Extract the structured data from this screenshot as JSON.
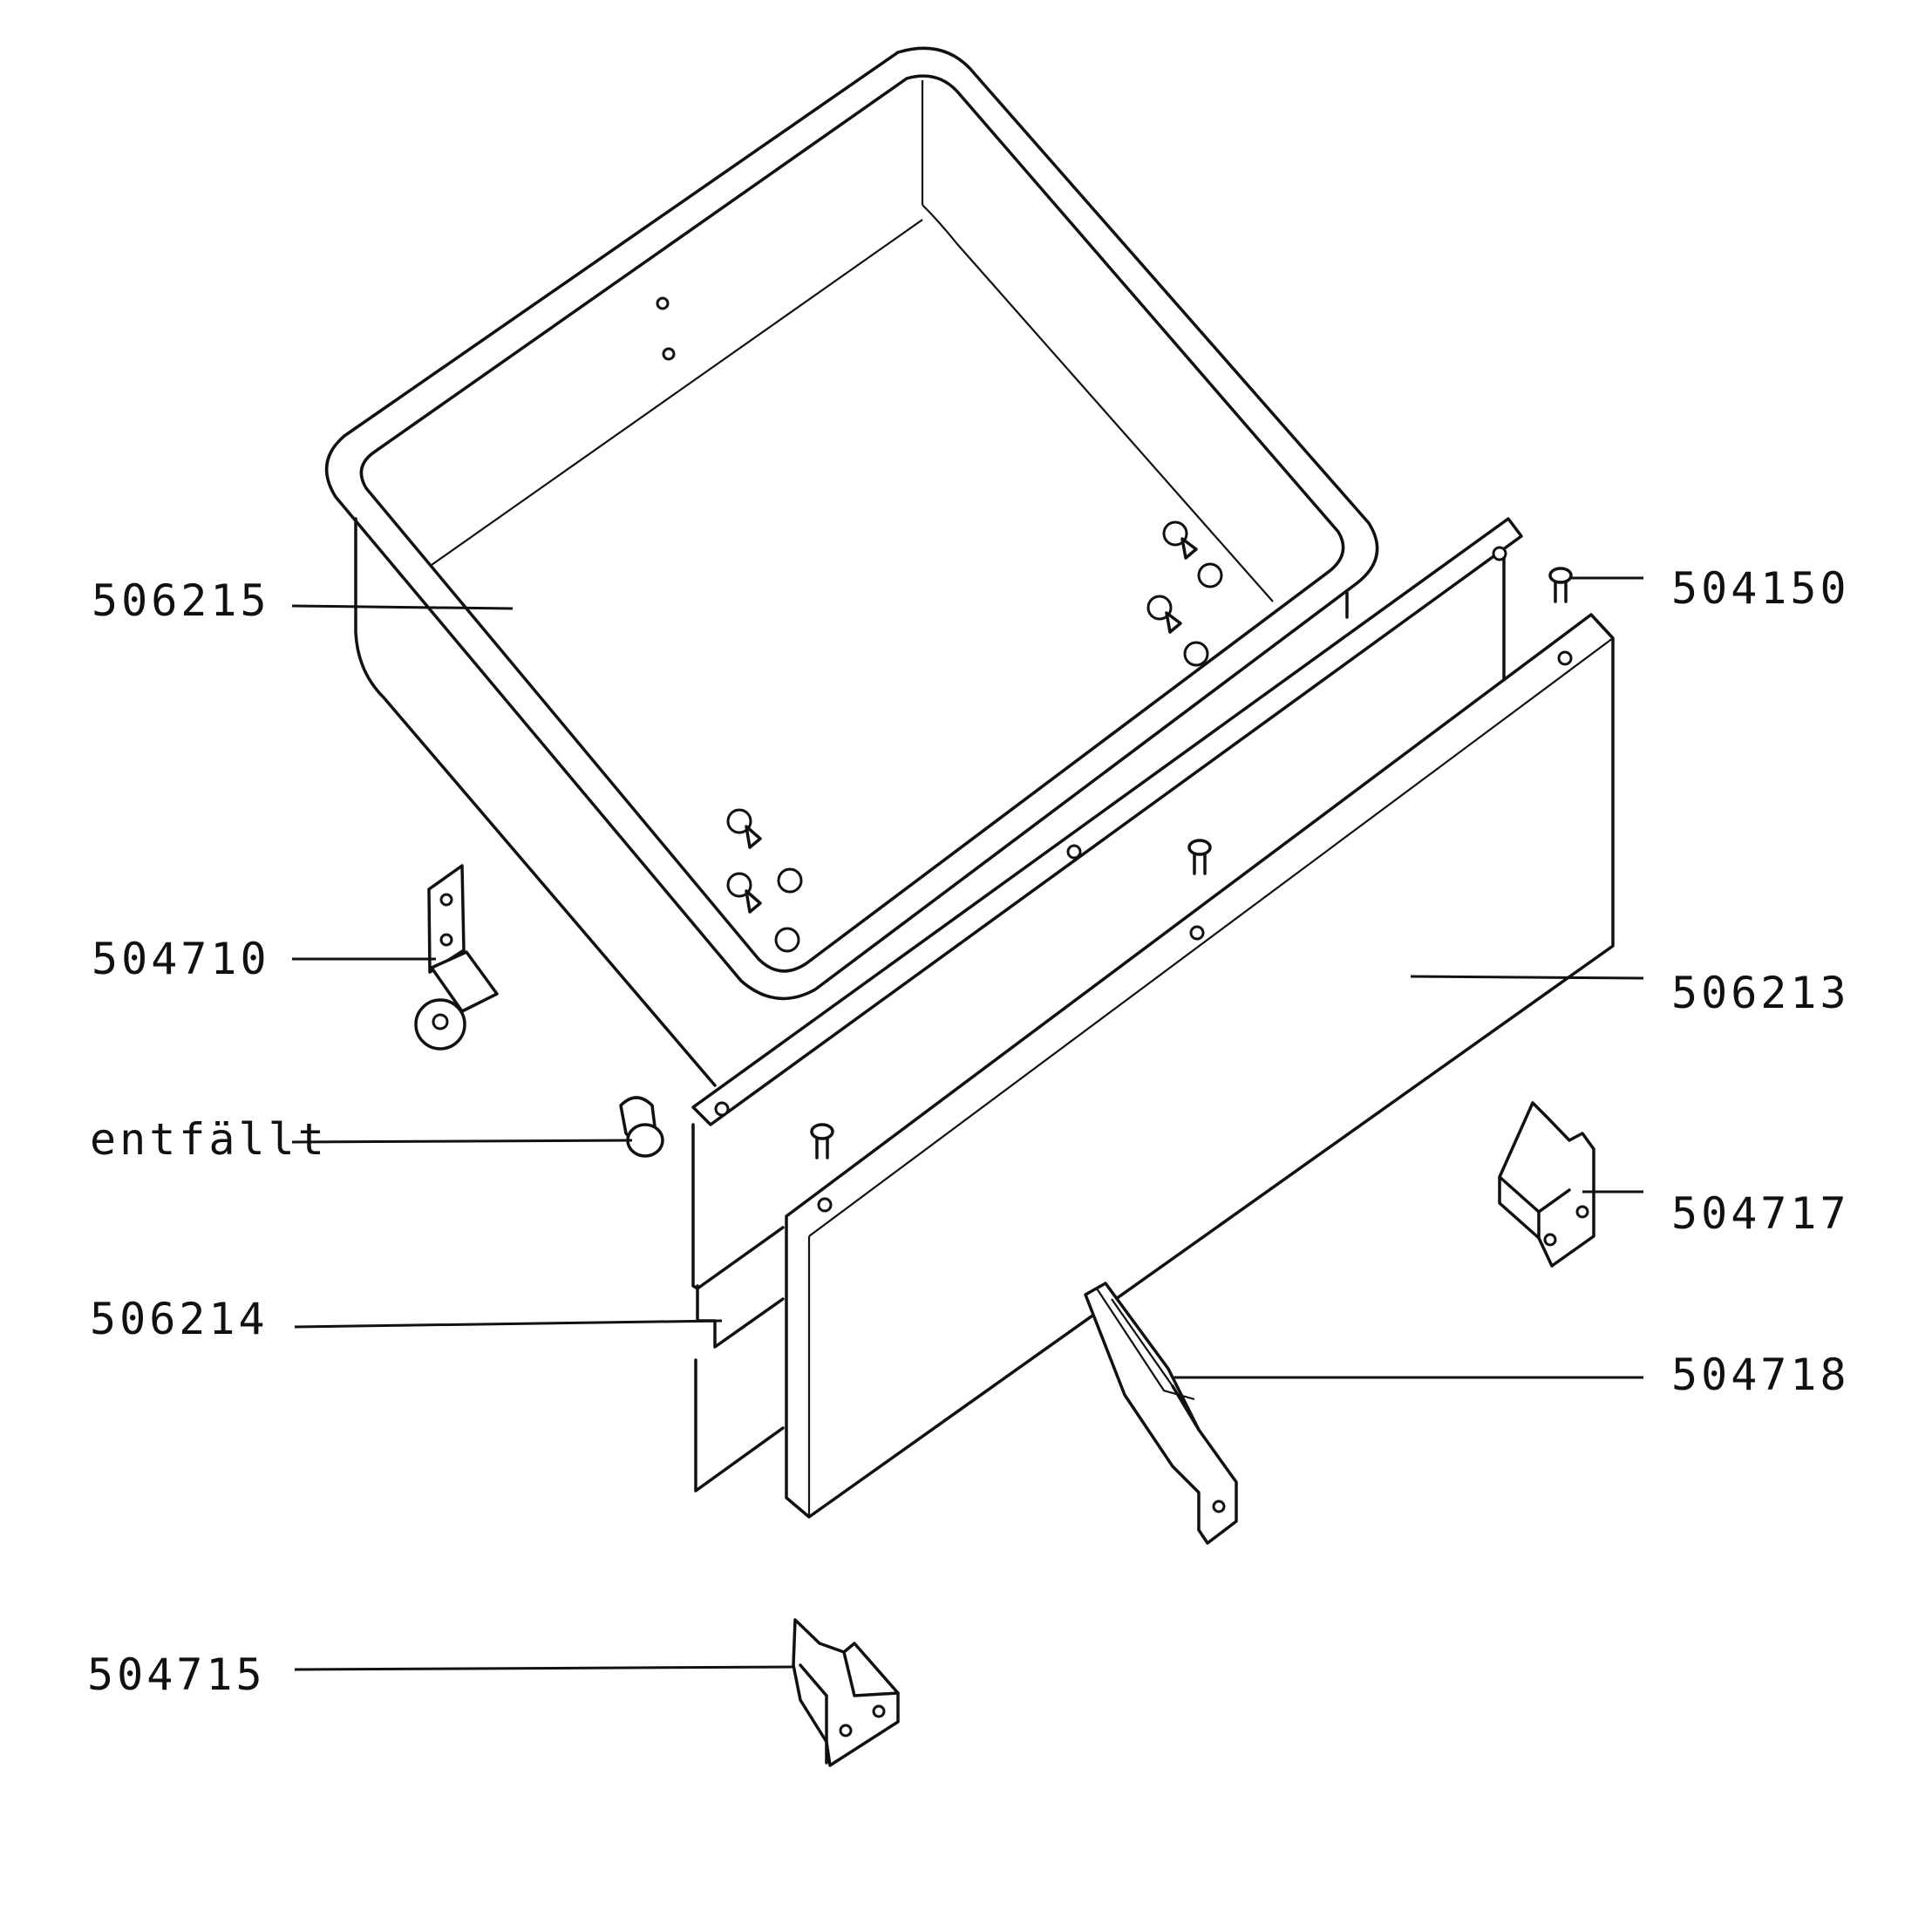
{
  "diagram": {
    "type": "exploded parts drawing",
    "colors": {
      "line": "#111111",
      "background": "#ffffff"
    },
    "labels": {
      "tub": "506215",
      "clip_top": "504150",
      "caster": "504710",
      "front_panel": "506213",
      "knob": "entfällt",
      "bracket_right": "504717",
      "side_panel": "506214",
      "rail_support": "504718",
      "bracket_bottom": "504715"
    }
  }
}
